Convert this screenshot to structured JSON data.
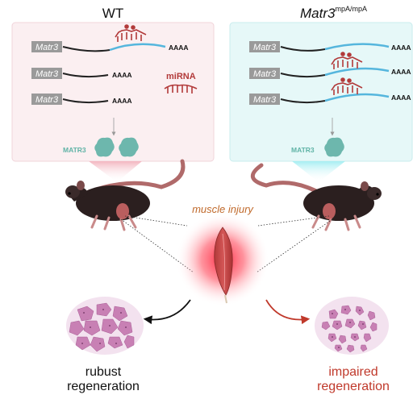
{
  "panels": {
    "left": {
      "title": "WT",
      "gene_label": "Matr3",
      "polyA": "AAAA",
      "mirna_label": "miRNA",
      "protein_label": "MATR3",
      "bg_color": "#fbeff1"
    },
    "right": {
      "title_main": "Matr3",
      "title_sup": "mpA/mpA",
      "gene_label": "Matr3",
      "polyA": "AAAA",
      "protein_label": "MATR3",
      "bg_color": "#e6f8f8"
    }
  },
  "center": {
    "injury_label": "muscle injury"
  },
  "outcomes": {
    "left": {
      "line1": "rubust",
      "line2": "regeneration",
      "color": "#111111"
    },
    "right": {
      "line1": "impaired",
      "line2": "regeneration",
      "color": "#c0392b"
    }
  },
  "colors": {
    "utr_blue": "#55b6dd",
    "mrna_black": "#222222",
    "mirna_red": "#b23a3a",
    "protein_teal": "#6db7ad",
    "muscle_red": "#e02a3c"
  }
}
